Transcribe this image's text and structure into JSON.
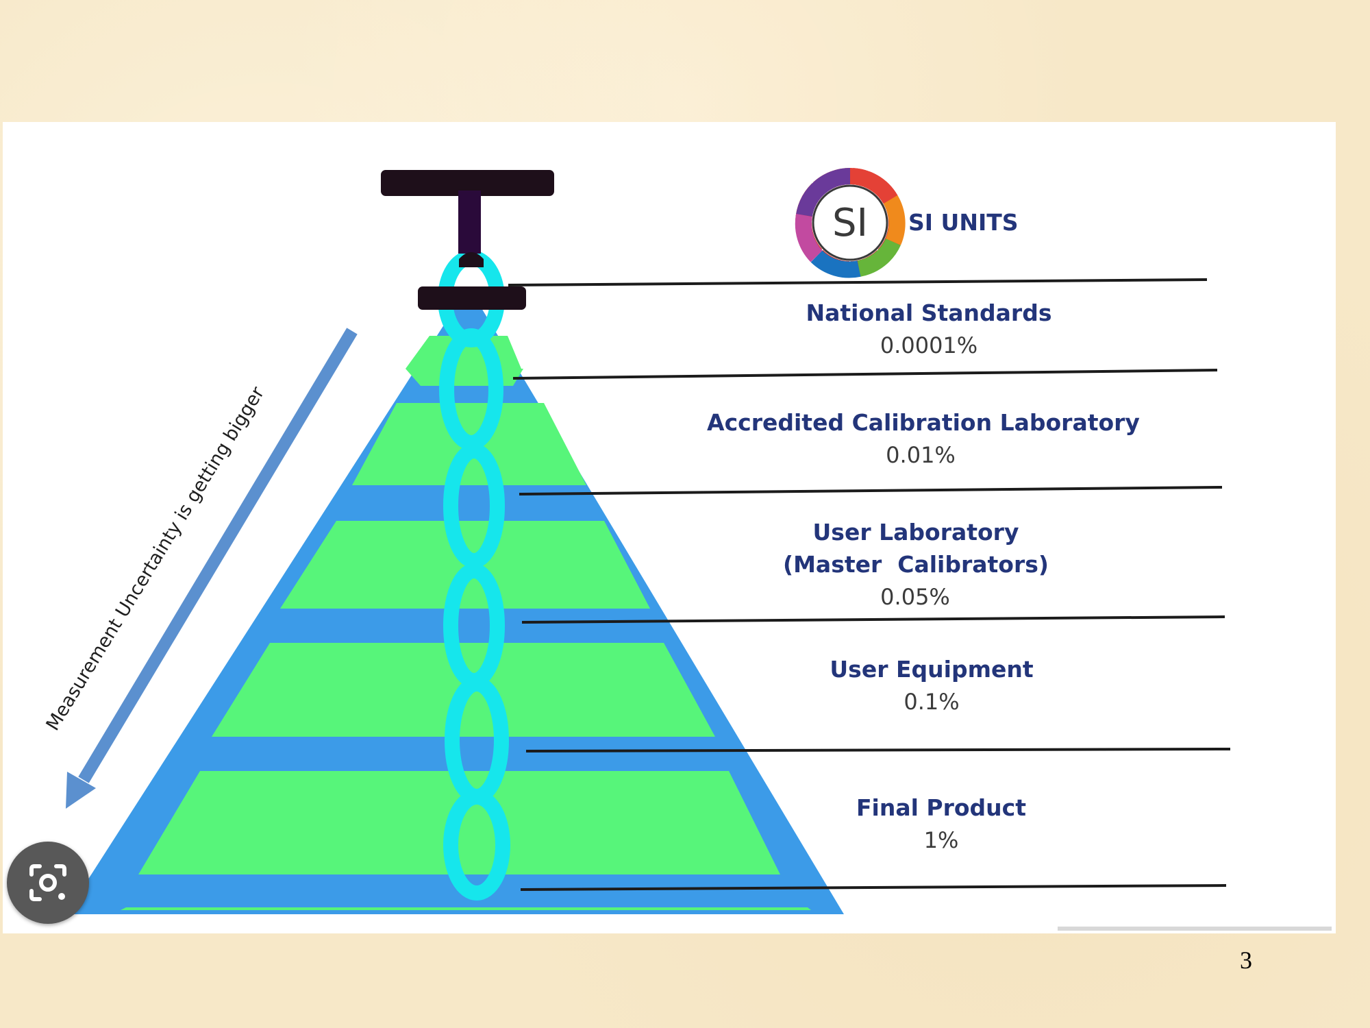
{
  "si_logo": {
    "label": "SI UNITS",
    "badge_text": "SI"
  },
  "arrow": {
    "label": "Measurement Uncertainty is getting bigger"
  },
  "levels": [
    {
      "title": "National Standards",
      "title2": "",
      "value": "0.0001%"
    },
    {
      "title": "Accredited Calibration Laboratory",
      "title2": "",
      "value": "0.01%"
    },
    {
      "title": "User Laboratory",
      "title2": "(Master  Calibrators)",
      "value": "0.05%"
    },
    {
      "title": "User Equipment",
      "title2": "",
      "value": "0.1%"
    },
    {
      "title": "Final Product",
      "title2": "",
      "value": "1%"
    }
  ],
  "page_number": "3",
  "colors": {
    "pyramid_blue": "#3c9be8",
    "pyramid_green": "#57f57a",
    "chain_cyan": "#16e6ec",
    "text_navy": "#23357a",
    "arrow_blue": "#5b90cf"
  },
  "icons": {
    "lens": "visual-search-icon"
  }
}
